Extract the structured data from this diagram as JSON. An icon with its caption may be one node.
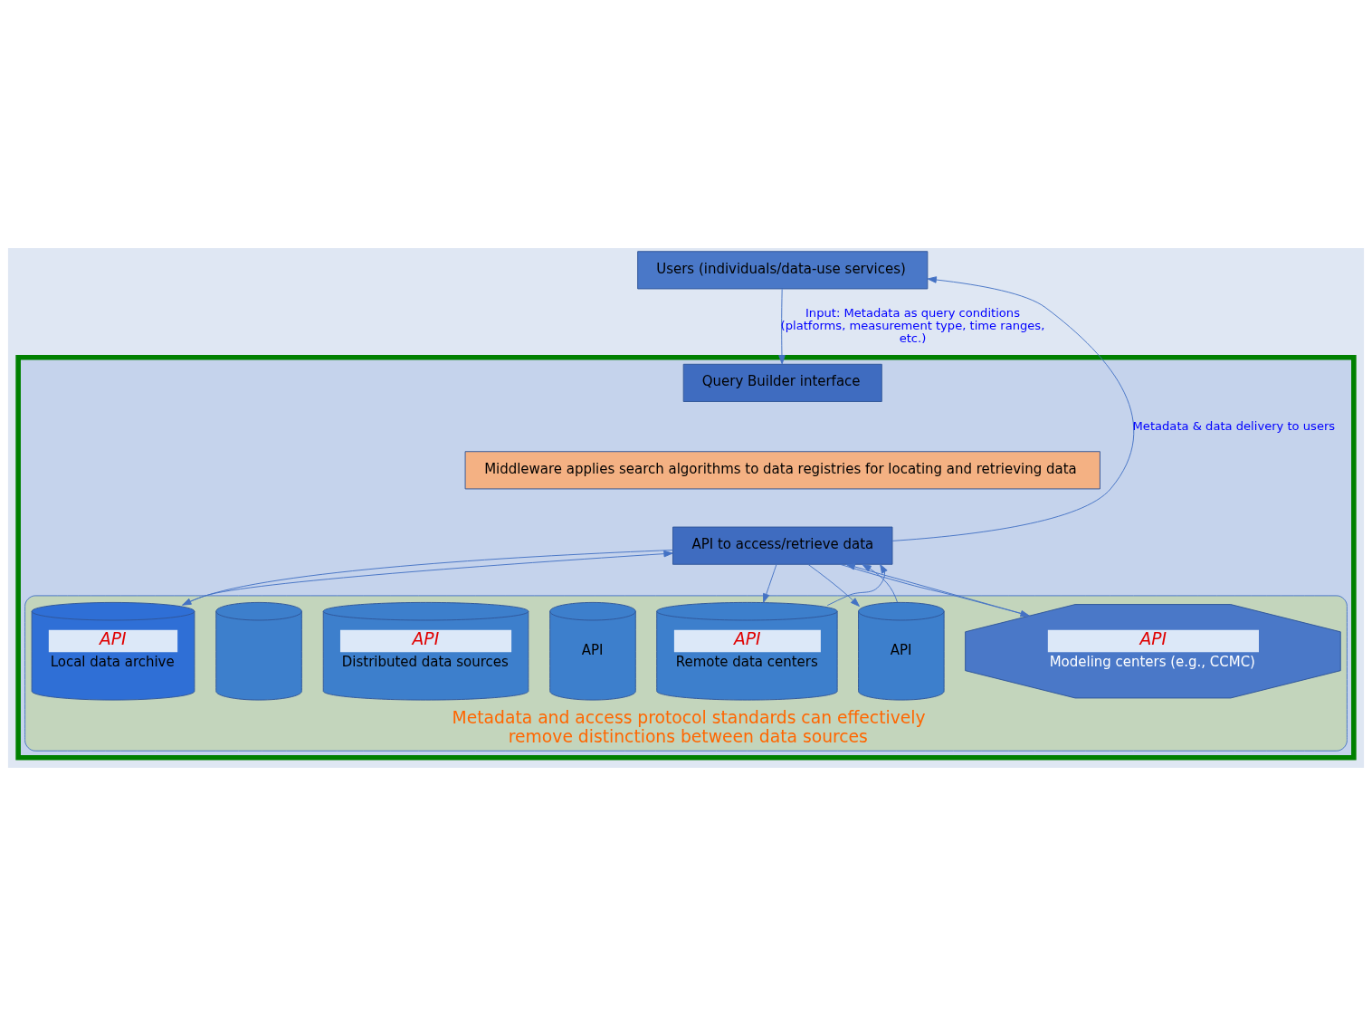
{
  "diagram": {
    "nodes": [
      {
        "text": [
          "Users (individuals/data-use services)"
        ]
      },
      {
        "text": [],
        "shape": "box"
      },
      {
        "text": [
          "Query Builder interface"
        ],
        "in": 1
      },
      {
        "text": [
          "Middleware applies search algorithms to data registries for locating and retrieving data"
        ],
        "in": 1
      },
      {
        "text": [
          "API to access/retrieve data"
        ],
        "in": 1
      },
      {
        "text": [
          "Metadata and access protocol standards can effectively remove distinctions between data sources"
        ],
        "in": 1
      },
      {
        "text": [
          "API",
          "Local data archive"
        ],
        "in": 5
      },
      {
        "text": [
          "API",
          "Remote data centers"
        ],
        "in": 5
      },
      {
        "text": [
          "API"
        ],
        "in": 5
      },
      {
        "text": [
          "API"
        ],
        "in": 5
      },
      {
        "text": [
          "API",
          "Distributed data sources"
        ],
        "in": 5
      },
      {
        "text": [],
        "shape": "cylinder",
        "in": 5
      },
      {
        "text": [
          "API",
          "Modeling centers (e.g., CCMC)"
        ],
        "in": 5
      }
    ],
    "edges": [
      {
        "from": 0,
        "to": 2,
        "arrow": "to",
        "label": "Input: Metadata as query conditions (platforms, measurement type, time ranges, etc.)"
      },
      {
        "from": 4,
        "to": 0,
        "arrow": "to",
        "label": "Metadata & data delivery to users"
      },
      {
        "from": 4,
        "to": 6,
        "arrow": "to"
      },
      {
        "from": 6,
        "to": 4,
        "arrow": "to"
      },
      {
        "from": 4,
        "to": 7,
        "arrow": "to"
      },
      {
        "from": 7,
        "to": 4,
        "arrow": "to"
      },
      {
        "from": 4,
        "to": 8,
        "arrow": "to"
      },
      {
        "from": 8,
        "to": 4,
        "arrow": "to"
      },
      {
        "from": 12,
        "to": 4,
        "arrow": "to"
      },
      {
        "from": 4,
        "to": 12,
        "arrow": "to"
      }
    ]
  }
}
